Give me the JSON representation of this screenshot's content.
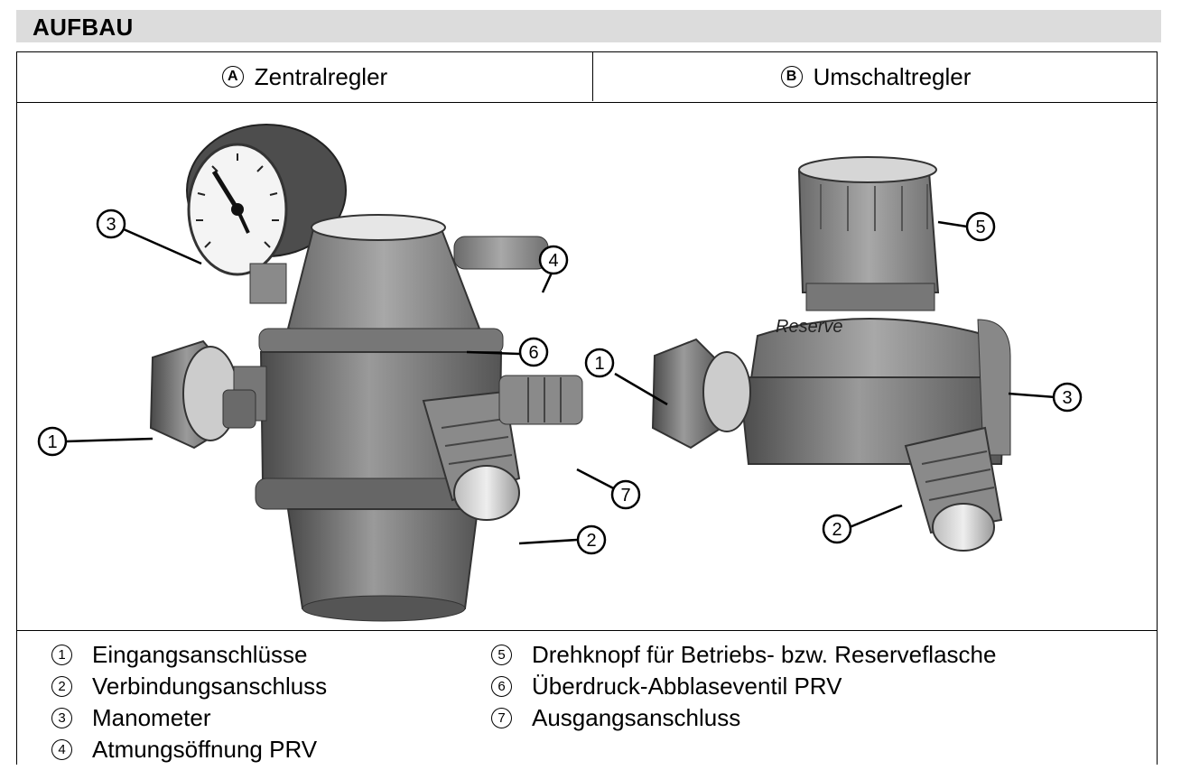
{
  "section": {
    "title": "AUFBAU"
  },
  "columns": [
    {
      "badge": "A",
      "label": "Zentralregler"
    },
    {
      "badge": "B",
      "label": "Umschaltregler"
    }
  ],
  "callouts": {
    "c1": "1",
    "c2": "2",
    "c3": "3",
    "c4": "4",
    "c5": "5",
    "c6": "6",
    "c7": "7"
  },
  "engraving": "Reserve",
  "legend_left": [
    {
      "num": "1",
      "text": "Eingangsanschlüsse"
    },
    {
      "num": "2",
      "text": "Verbindungsanschluss"
    },
    {
      "num": "3",
      "text": "Manometer"
    },
    {
      "num": "4",
      "text": "Atmungsöffnung PRV"
    }
  ],
  "legend_right": [
    {
      "num": "5",
      "text": "Drehknopf für Betriebs- bzw. Reserveflasche"
    },
    {
      "num": "6",
      "text": "Überdruck-Abblaseventil PRV"
    },
    {
      "num": "7",
      "text": "Ausgangsanschluss"
    }
  ],
  "colors": {
    "header_bg": "#dcdcdc",
    "metal_dark": "#5a5a5a",
    "metal_mid": "#8c8c8c",
    "metal_light": "#c8c8c8"
  }
}
